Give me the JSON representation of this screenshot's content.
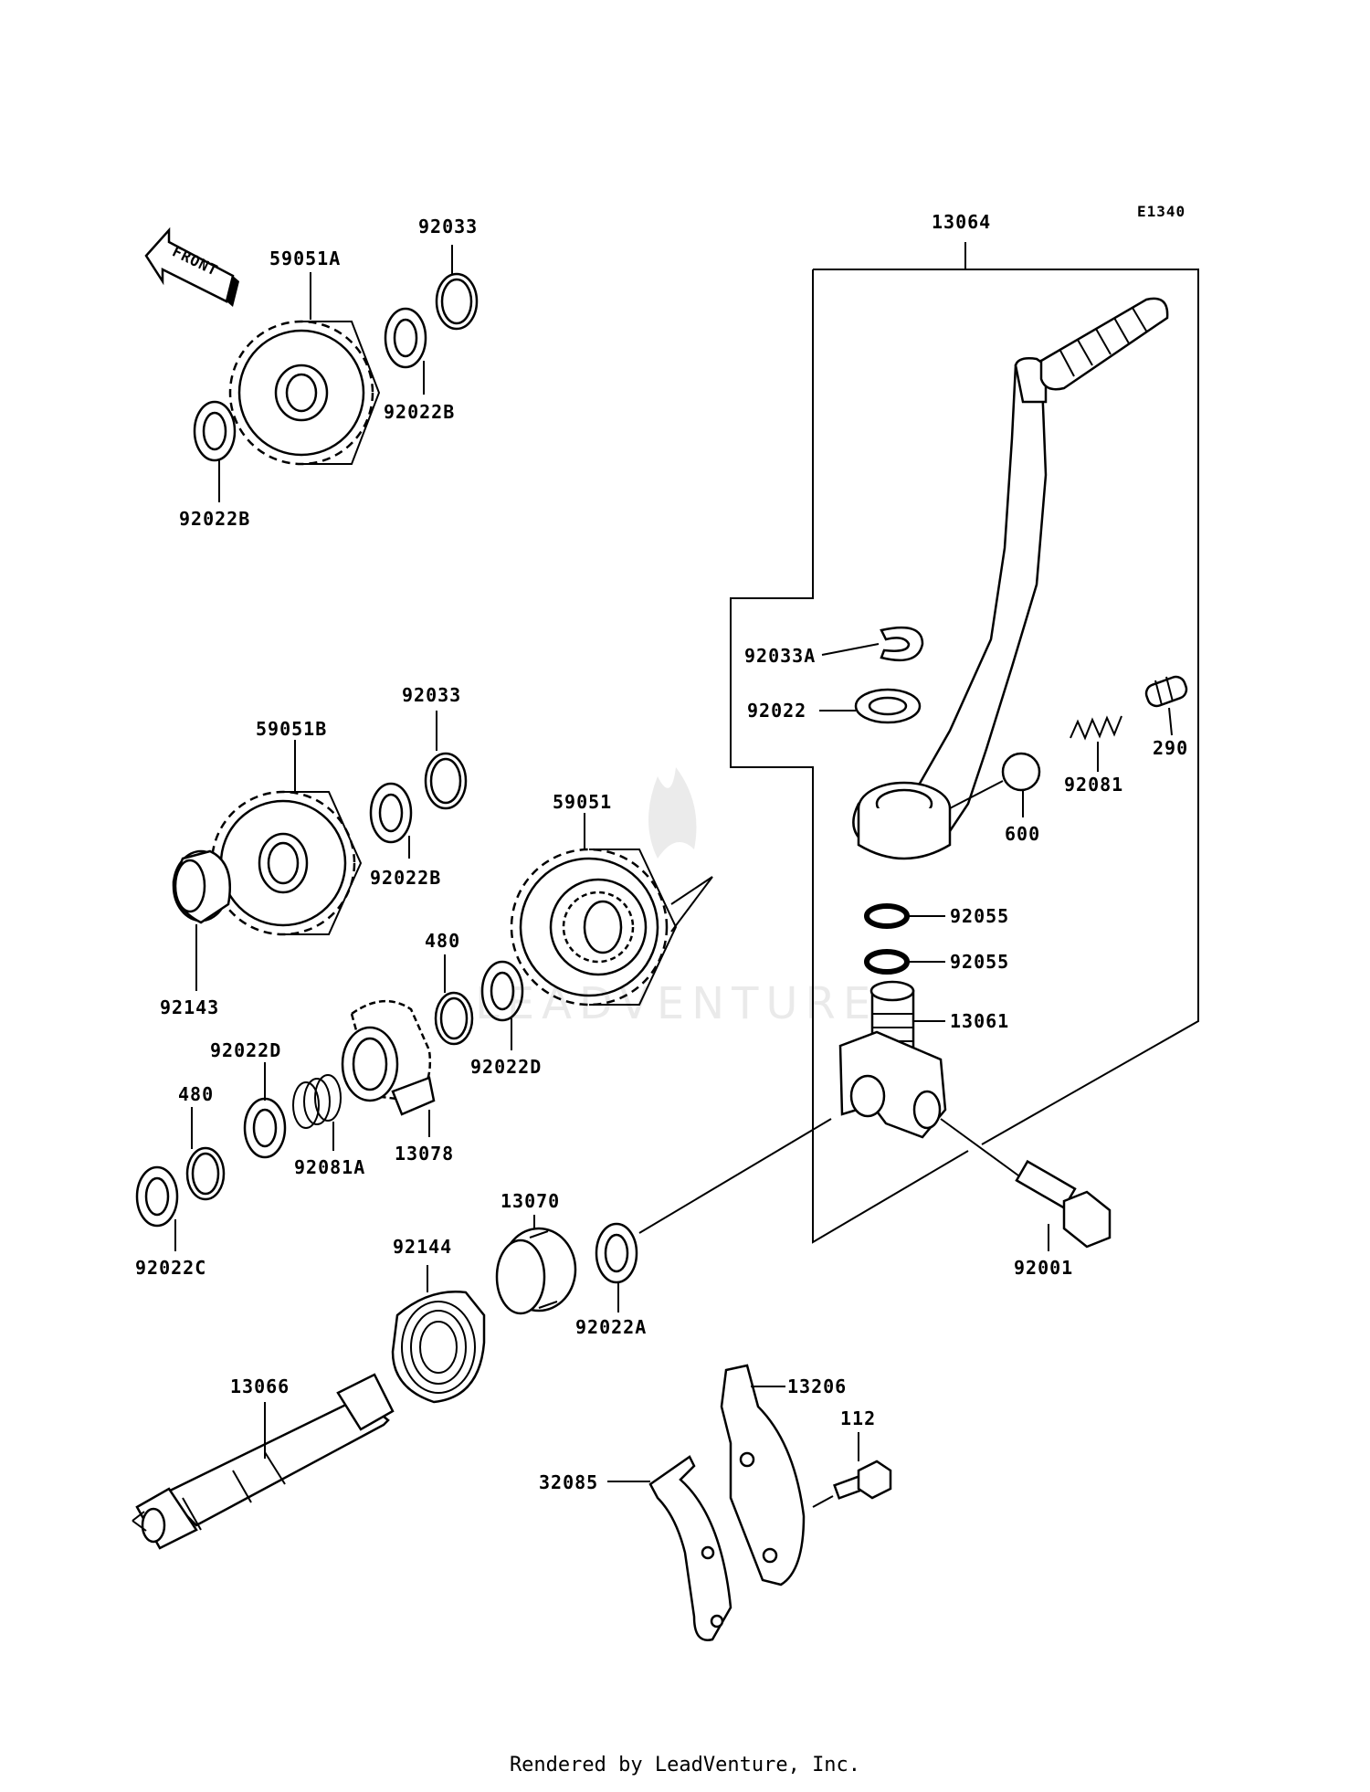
{
  "diagram_code": "E1340",
  "front_label": "FRONT",
  "footer": "Rendered by LeadVenture, Inc.",
  "callouts": {
    "p13064": "13064",
    "p92033_top": "92033",
    "p59051A": "59051A",
    "p92022B_a": "92022B",
    "p92022B_b": "92022B",
    "p92033A": "92033A",
    "p92022": "92022",
    "p290": "290",
    "p92081": "92081",
    "p600": "600",
    "p92033_mid": "92033",
    "p59051B": "59051B",
    "p92022B_c": "92022B",
    "p59051": "59051",
    "p92143": "92143",
    "p480_a": "480",
    "p92022D_a": "92022D",
    "p92022D_b": "92022D",
    "p480_b": "480",
    "p92081A": "92081A",
    "p13078": "13078",
    "p92022C": "92022C",
    "p92055_a": "92055",
    "p92055_b": "92055",
    "p13061": "13061",
    "p92001": "92001",
    "p13070": "13070",
    "p92144": "92144",
    "p92022A": "92022A",
    "p13066": "13066",
    "p13206": "13206",
    "p112": "112",
    "p32085": "32085"
  }
}
